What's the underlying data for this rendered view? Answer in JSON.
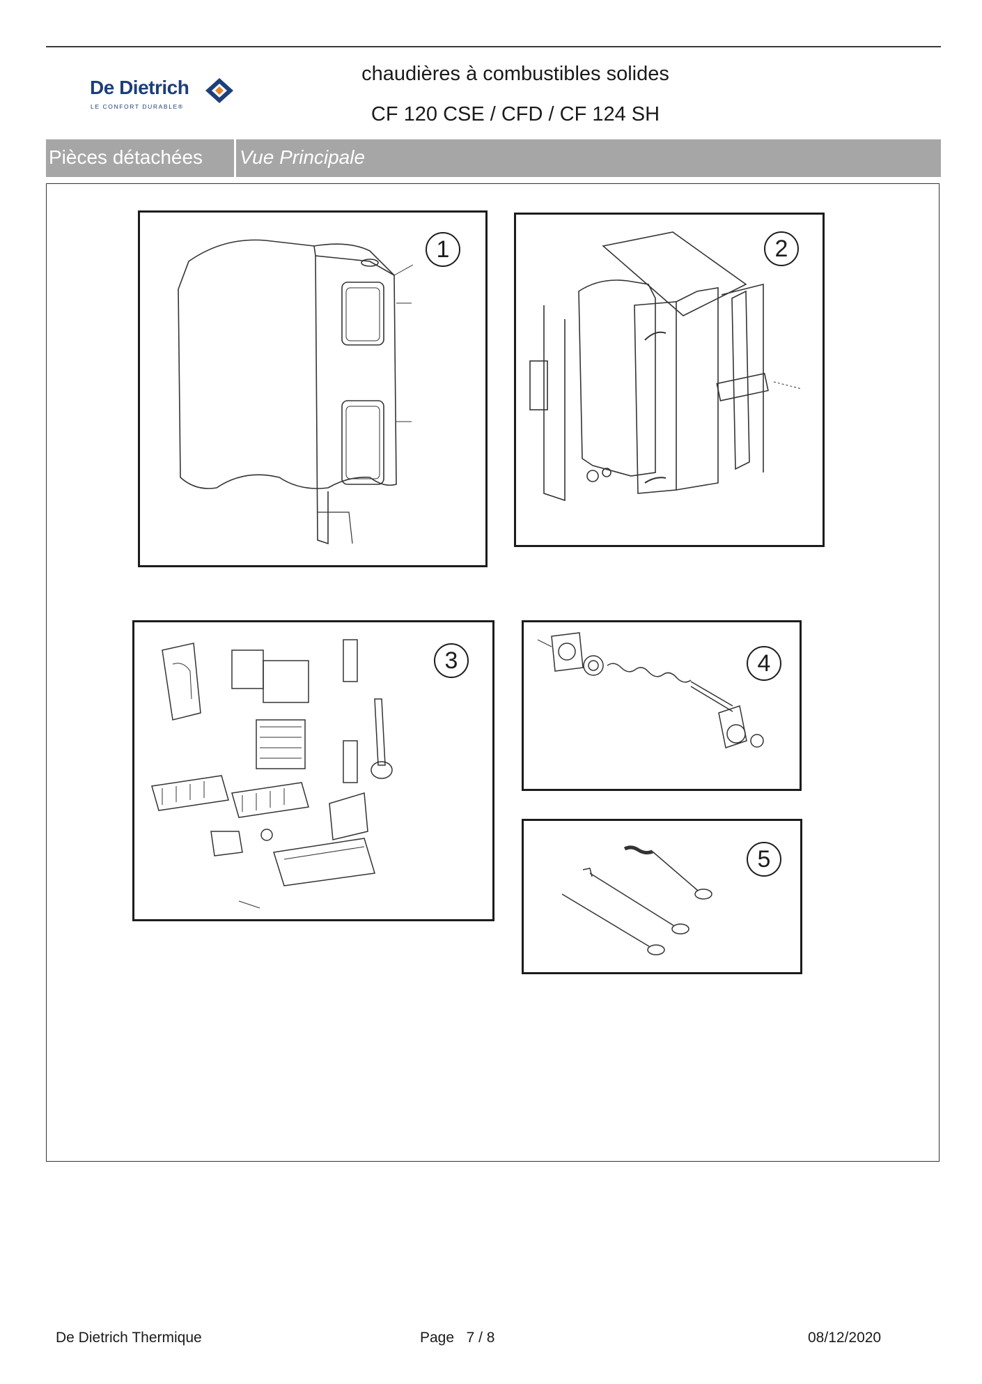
{
  "brand": {
    "name": "De Dietrich",
    "tagline": "LE CONFORT DURABLE®"
  },
  "header": {
    "title": "chaudières à combustibles solides",
    "model": "CF 120 CSE / CFD / CF 124 SH"
  },
  "section_band": {
    "left": "Pièces détachées",
    "right": "Vue Principale"
  },
  "panels": [
    {
      "number": "1",
      "subject": "boiler-body"
    },
    {
      "number": "2",
      "subject": "casing-panels"
    },
    {
      "number": "3",
      "subject": "grate-and-doors"
    },
    {
      "number": "4",
      "subject": "thermostat-rod"
    },
    {
      "number": "5",
      "subject": "cleaning-tools"
    }
  ],
  "footer": {
    "company": "De Dietrich Thermique",
    "page_label": "Page",
    "page_current": "7",
    "page_sep": "/",
    "page_total": "8",
    "date": "08/12/2020"
  },
  "colors": {
    "brand_blue": "#1d3f7a",
    "brand_orange": "#e8842b",
    "band_gray": "#a6a6a6"
  }
}
